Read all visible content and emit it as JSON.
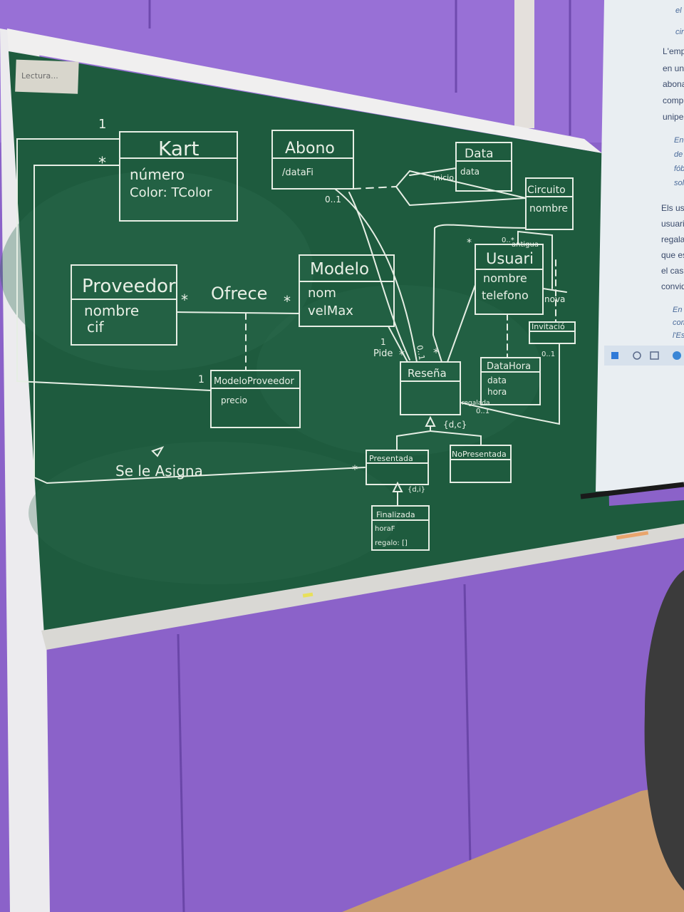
{
  "board": {
    "note": "Lectura...",
    "classes": {
      "kart": {
        "name": "Kart",
        "attrs": [
          "número",
          "Color: TColor"
        ]
      },
      "abono": {
        "name": "Abono",
        "attrs": [
          "/dataFi"
        ]
      },
      "data": {
        "name": "Data",
        "attrs": [
          "data"
        ]
      },
      "circuito": {
        "name": "Circuito",
        "attrs": [
          "nombre"
        ]
      },
      "proveedor": {
        "name": "Proveedor",
        "attrs": [
          "nombre",
          "cif"
        ]
      },
      "modelo": {
        "name": "Modelo",
        "attrs": [
          "nom",
          "velMax"
        ]
      },
      "usuari": {
        "name": "Usuari",
        "attrs": [
          "nombre",
          "telefono"
        ]
      },
      "invitacio": {
        "name": "Invitació",
        "attrs": []
      },
      "modeloproveedor": {
        "name": "ModeloProveedor",
        "attrs": [
          "precio"
        ]
      },
      "resena": {
        "name": "Reseña",
        "attrs": []
      },
      "datahora": {
        "name": "DataHora",
        "attrs": [
          "data",
          "hora"
        ]
      },
      "presentada": {
        "name": "Presentada",
        "attrs": []
      },
      "nopresentada": {
        "name": "NoPresentada",
        "attrs": []
      },
      "finalizada": {
        "name": "Finalizada",
        "attrs": [
          "horaF",
          "regalo: []"
        ]
      }
    },
    "labels": {
      "ofrece": "Ofrece",
      "se_le_asigna": "Se le Asigna",
      "inicio": "inicio",
      "pide": "Pide",
      "antigua": "antigua",
      "nova": "nova",
      "regalada": "regalada",
      "dcj": "{d,c}",
      "dis": "{d,i}"
    },
    "multiplicities": {
      "kart_top": "1",
      "kart_left": "*",
      "ofrece_left": "*",
      "ofrece_right": "*",
      "mp_one": "1",
      "abono_mult": "0..1",
      "modelo_one": "1",
      "resena_01": "0..1",
      "resena_star1": "*",
      "resena_star2": "*",
      "usuari_star": "*",
      "usuari_0": "0..*",
      "invit_01": "0..1",
      "datahora_01": "0..1",
      "presentada_star": "*"
    }
  },
  "projector": {
    "lines": [
      "el u",
      "circ",
      "L'emp",
      "en un",
      "abona",
      "comp",
      "unipe",
      "En",
      "de",
      "fób",
      "sol",
      "Els us",
      "usuari",
      "regala",
      "que es",
      "el cas,",
      "convid",
      "En l",
      "com",
      "l'Es"
    ]
  }
}
